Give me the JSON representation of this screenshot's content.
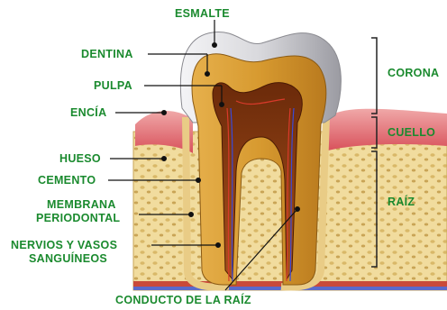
{
  "labels": {
    "esmalte": "ESMALTE",
    "dentina": "DENTINA",
    "pulpa": "PULPA",
    "encia": "ENCÍA",
    "hueso": "HUESO",
    "cemento": "CEMENTO",
    "membrana_1": "MEMBRANA",
    "membrana_2": "PERIODONTAL",
    "nervios_1": "NERVIOS Y VASOS",
    "nervios_2": "SANGUÍNEOS",
    "conducto": "CONDUCTO DE LA RAÍZ"
  },
  "regions": {
    "corona": "CORONA",
    "cuello": "CUELLO",
    "raiz": "RAÍZ"
  },
  "colors": {
    "label_green": "#1a8a2e",
    "enamel": "#e8e8ea",
    "dentin": "#d9a23a",
    "pulp": "#7a3a10",
    "gum": "#e0606a",
    "bone": "#f3dfa3"
  }
}
